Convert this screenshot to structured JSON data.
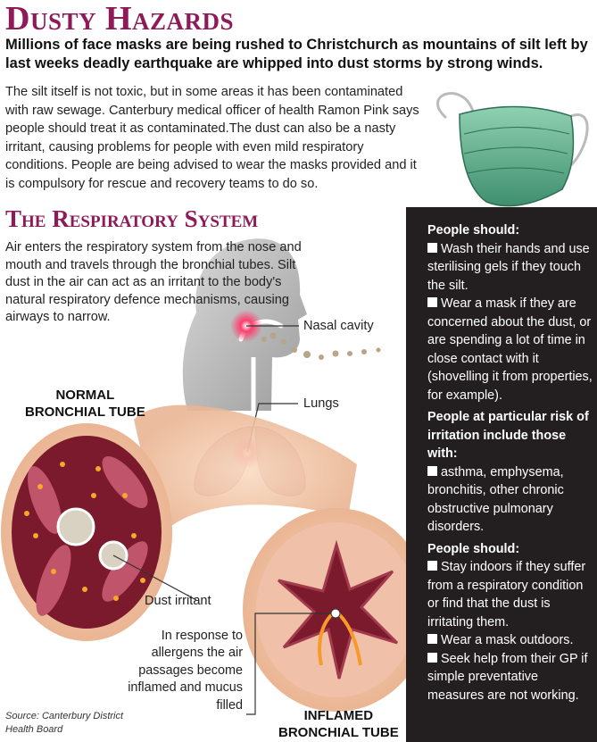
{
  "header": {
    "title": "Dusty Hazards",
    "lead": "Millions of face masks are being rushed to Christchurch as mountains of silt left by last weeks deadly earthquake are whipped into dust storms by strong winds.",
    "body": "The silt itself is not toxic, but in some areas it has been contaminated with raw sewage. Canterbury medical officer of health Ramon Pink says people should treat it as contaminated.The dust can also be a nasty irritant, causing problems for people with even mild respiratory conditions. People are being advised to wear the masks provided and it is compulsory for rescue and recovery teams to do so."
  },
  "section": {
    "title": "The Respiratory System",
    "intro": "Air enters the respiratory system from the nose and mouth and travels through the bronchial tubes. Silt dust in the air can act as an irritant to the body's natural respiratory defence mechanisms, causing airways to narrow."
  },
  "figure": {
    "normal_line1": "NORMAL",
    "normal_line2": "BRONCHIAL TUBE",
    "inflamed_line1": "INFLAMED",
    "inflamed_line2": "BRONCHIAL TUBE",
    "nasal_label": "Nasal cavity",
    "lungs_label": "Lungs",
    "dust_label": "Dust irritant",
    "response_note": "In response to allergens the air passages become inflamed and mucus filled",
    "source": "Source: Canterbury District Health Board"
  },
  "sidebar": {
    "sections": [
      {
        "heading": "People should:",
        "items": [
          "Wash their hands and use sterilising gels if they touch the silt.",
          "Wear a mask if they are concerned about the dust, or are spending a lot of time in close contact with it (shovelling it from properties, for example)."
        ]
      },
      {
        "heading": "People at particular risk of irritation include those with:",
        "items": [
          "asthma, emphysema, bronchitis, other chronic obstructive pulmonary disorders."
        ]
      },
      {
        "heading": "People should:",
        "items": [
          "Stay indoors if they suffer from a respiratory condition or find that the dust is irritating them.",
          "Wear a mask outdoors.",
          "Seek help from their GP if simple preventative measures are not working."
        ]
      }
    ]
  },
  "colors": {
    "accent": "#8e1a58",
    "sidebar_bg": "#231f20",
    "mask": "#5fae8c",
    "tube_outer": "#f3c6a4",
    "tube_inner": "#7a1a2c"
  },
  "icons": [
    "face-mask-illustration",
    "head-silhouette",
    "lungs-illustration",
    "normal-tube-illustration",
    "inflamed-tube-illustration"
  ]
}
